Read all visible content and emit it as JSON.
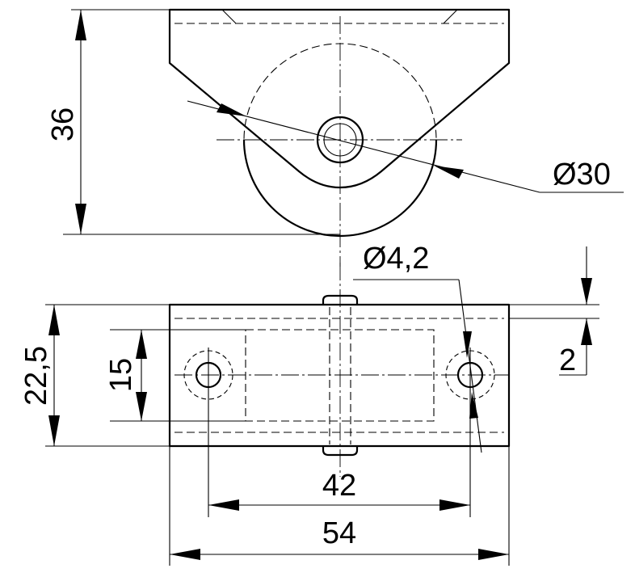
{
  "dimensions": {
    "height_total": "36",
    "wheel_diameter": "Ø30",
    "hole_diameter": "Ø4,2",
    "plate_width": "22,5",
    "inner_width": "15",
    "plate_thickness": "2",
    "hole_spacing": "42",
    "plate_length": "54"
  }
}
